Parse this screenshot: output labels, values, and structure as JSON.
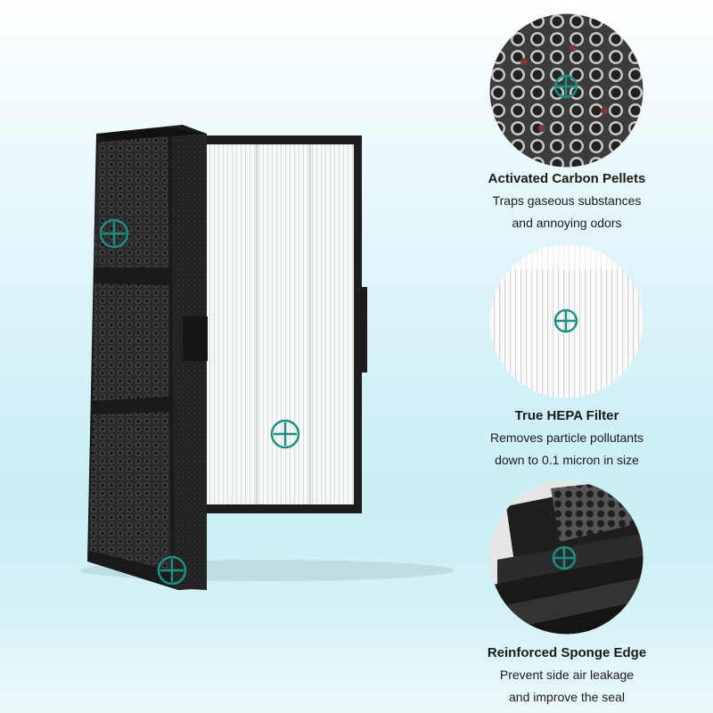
{
  "features": [
    {
      "title": "Activated Carbon Pellets",
      "line1": "Traps gaseous substances",
      "line2": "and annoying odors",
      "icon": "crosshair-icon"
    },
    {
      "title": "True HEPA Filter",
      "line1": "Removes particle pollutants",
      "line2": "down to 0.1 micron in size",
      "icon": "crosshair-icon"
    },
    {
      "title": "Reinforced Sponge Edge",
      "line1": "Prevent side air leakage",
      "line2": "and improve the seal",
      "icon": "crosshair-icon"
    }
  ],
  "colors": {
    "accent": "#1e8f86",
    "frame": "#1c1c1c",
    "hepa": "#f6f7f7"
  }
}
